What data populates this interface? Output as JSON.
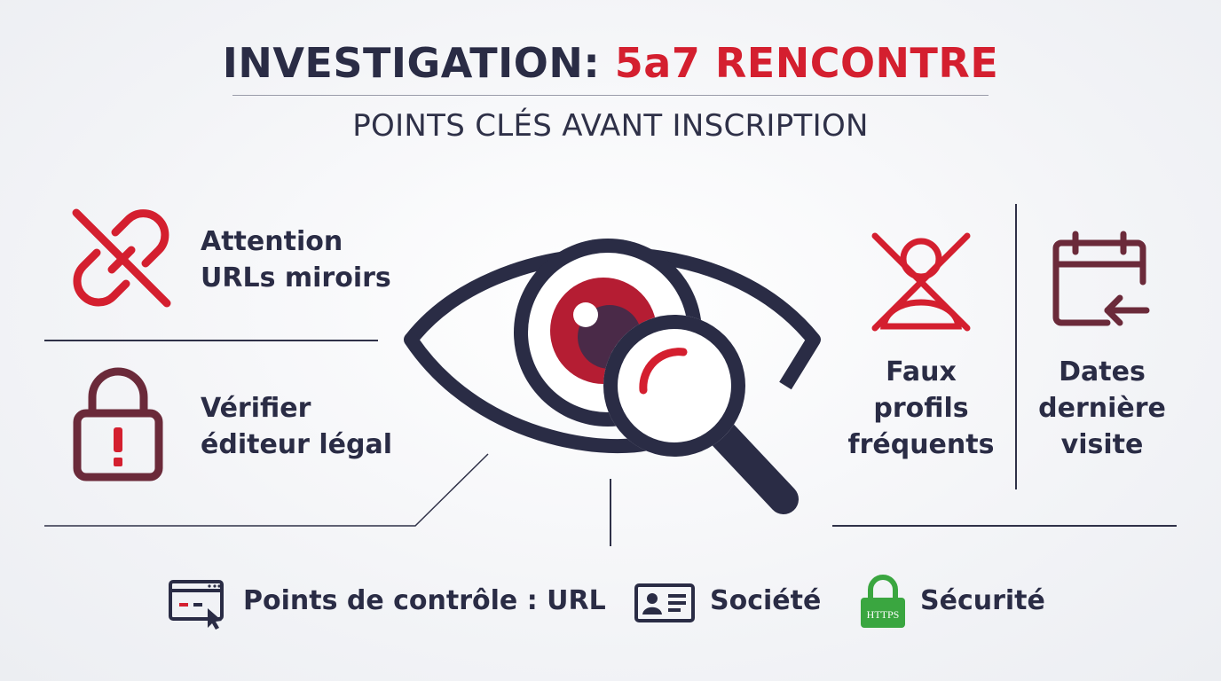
{
  "header": {
    "title_main": "INVESTIGATION: ",
    "title_accent": "5a7 RENCONTRE",
    "subtitle": "POINTS CLÉS AVANT INSCRIPTION"
  },
  "left_items": [
    {
      "line1": "Attention",
      "line2": "URLs miroirs",
      "icon": "broken-link-icon"
    },
    {
      "line1": "Vérifier",
      "line2": "éditeur légal",
      "icon": "padlock-warning-icon"
    }
  ],
  "right_items": [
    {
      "lines": [
        "Faux",
        "profils",
        "fréquents"
      ],
      "icon": "crossed-out-profile-icon"
    },
    {
      "lines": [
        "Dates",
        "dernière",
        "visite"
      ],
      "icon": "calendar-return-icon"
    }
  ],
  "bottom_items": [
    {
      "label": "Points de contrôle : URL",
      "icon": "browser-cursor-icon"
    },
    {
      "label": "Société",
      "icon": "id-card-icon"
    },
    {
      "label": "Sécurité",
      "icon": "https-lock-icon",
      "badge": "HTTPS"
    }
  ],
  "colors": {
    "navy": "#2a2c45",
    "red": "#d41f2f",
    "maroon": "#6b2a3a",
    "green": "#3aa640"
  }
}
